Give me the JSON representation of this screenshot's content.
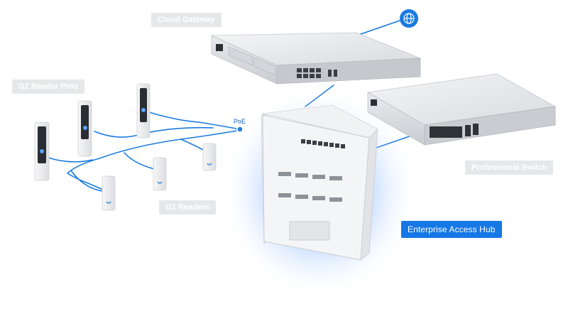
{
  "labels": {
    "cloud_gateway": "Cloud Gateway",
    "g2_reader_pros": "G2 Reader Pros",
    "professional_switch": "Professional Switch",
    "g2_readers": "G2 Readers",
    "enterprise_access_hub": "Enterprise Access Hub",
    "poe": "PoE"
  },
  "colors": {
    "link": "#1a7be0",
    "label_bg": "#e6e7e9",
    "accent": "#1677e6",
    "hub_glow": "#5b9cff"
  },
  "icons": {
    "internet": "globe-icon"
  }
}
